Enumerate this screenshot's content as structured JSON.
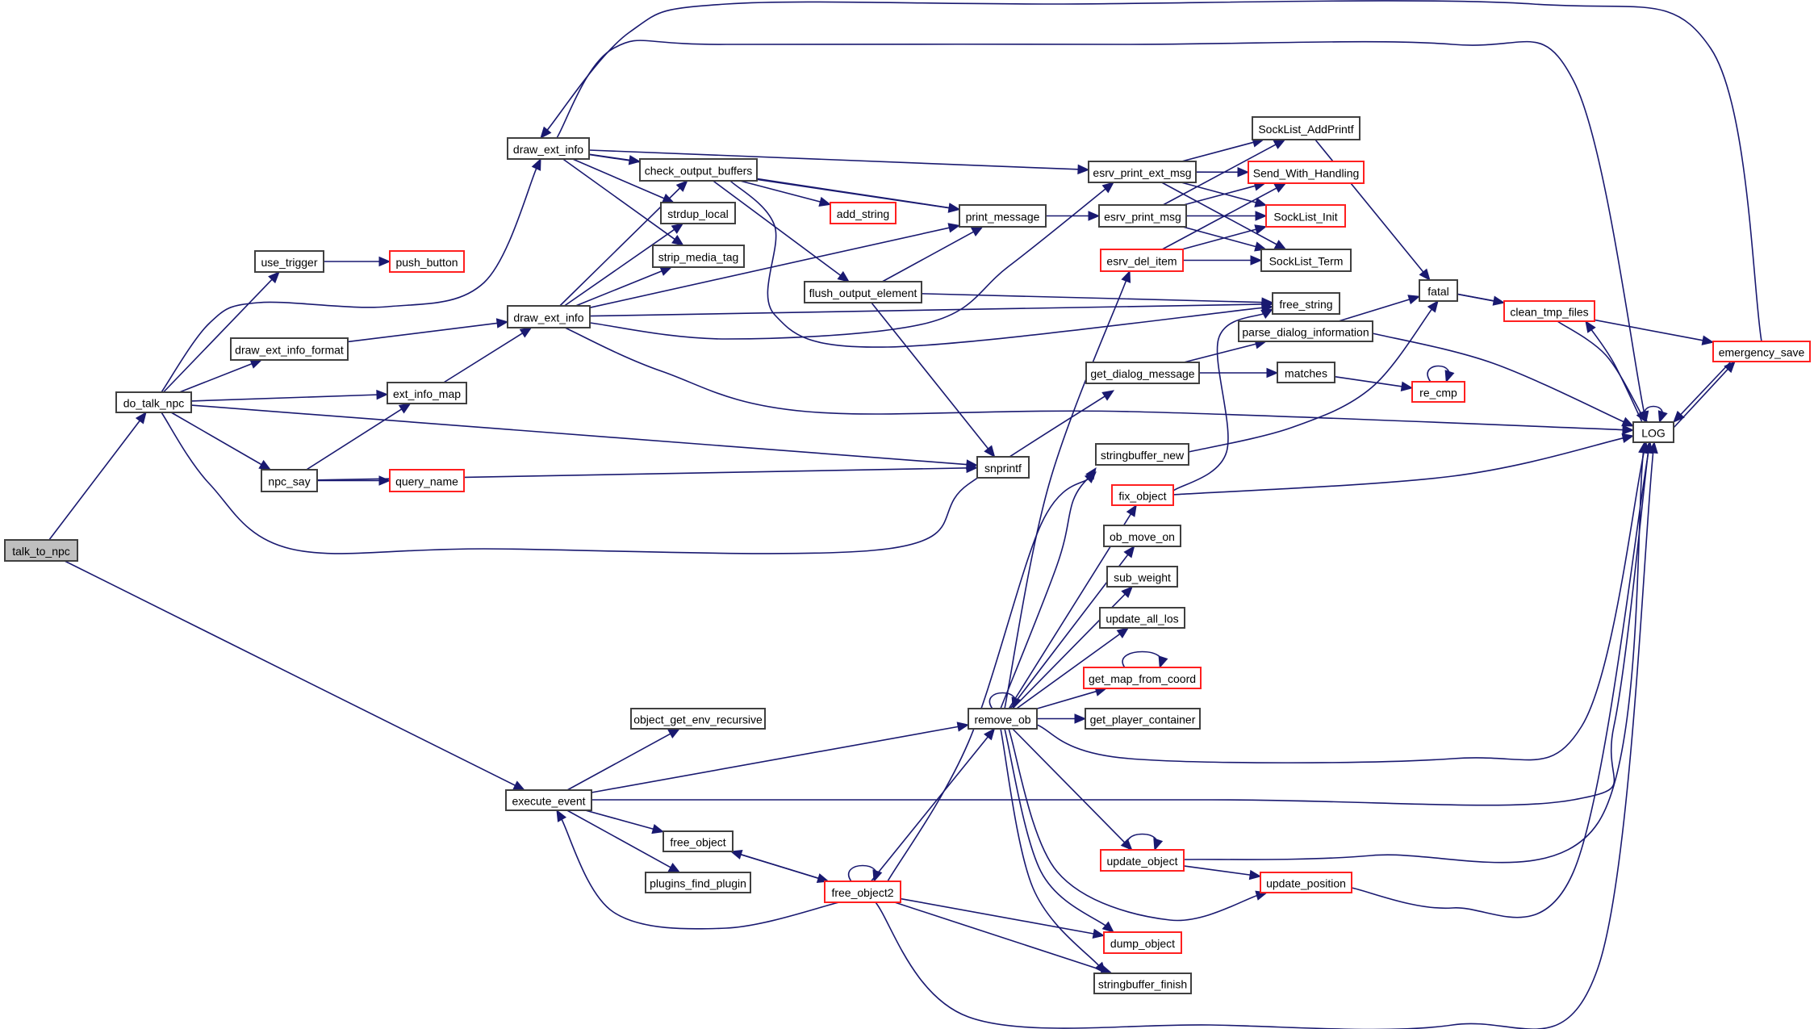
{
  "title": "talk_to_npc call graph",
  "colors": {
    "edge": "#191970",
    "node_border": "#404040",
    "external_border": "#ff2020",
    "root_fill": "#bfbfbf"
  },
  "nodes": [
    {
      "id": "talk_to_npc",
      "label": "talk_to_npc",
      "kind": "root"
    },
    {
      "id": "do_talk_npc",
      "label": "do_talk_npc",
      "kind": "normal"
    },
    {
      "id": "use_trigger",
      "label": "use_trigger",
      "kind": "normal"
    },
    {
      "id": "push_button",
      "label": "push_button",
      "kind": "external"
    },
    {
      "id": "draw_ext_info_format",
      "label": "draw_ext_info_format",
      "kind": "normal"
    },
    {
      "id": "draw_ext_info_a",
      "label": "draw_ext_info",
      "kind": "normal"
    },
    {
      "id": "draw_ext_info_b",
      "label": "draw_ext_info",
      "kind": "normal"
    },
    {
      "id": "ext_info_map",
      "label": "ext_info_map",
      "kind": "normal"
    },
    {
      "id": "npc_say",
      "label": "npc_say",
      "kind": "normal"
    },
    {
      "id": "query_name",
      "label": "query_name",
      "kind": "external"
    },
    {
      "id": "check_output_buffers",
      "label": "check_output_buffers",
      "kind": "normal"
    },
    {
      "id": "strdup_local",
      "label": "strdup_local",
      "kind": "normal"
    },
    {
      "id": "strip_media_tag",
      "label": "strip_media_tag",
      "kind": "normal"
    },
    {
      "id": "add_string",
      "label": "add_string",
      "kind": "external"
    },
    {
      "id": "flush_output_element",
      "label": "flush_output_element",
      "kind": "normal"
    },
    {
      "id": "print_message",
      "label": "print_message",
      "kind": "normal"
    },
    {
      "id": "snprintf",
      "label": "snprintf",
      "kind": "normal"
    },
    {
      "id": "esrv_print_ext_msg",
      "label": "esrv_print_ext_msg",
      "kind": "normal"
    },
    {
      "id": "esrv_print_msg",
      "label": "esrv_print_msg",
      "kind": "normal"
    },
    {
      "id": "esrv_del_item",
      "label": "esrv_del_item",
      "kind": "external"
    },
    {
      "id": "SockList_AddPrintf",
      "label": "SockList_AddPrintf",
      "kind": "normal"
    },
    {
      "id": "Send_With_Handling",
      "label": "Send_With_Handling",
      "kind": "external"
    },
    {
      "id": "SockList_Init",
      "label": "SockList_Init",
      "kind": "external"
    },
    {
      "id": "SockList_Term",
      "label": "SockList_Term",
      "kind": "normal"
    },
    {
      "id": "free_string",
      "label": "free_string",
      "kind": "normal"
    },
    {
      "id": "get_dialog_message",
      "label": "get_dialog_message",
      "kind": "normal"
    },
    {
      "id": "parse_dialog_information",
      "label": "parse_dialog_information",
      "kind": "normal"
    },
    {
      "id": "matches",
      "label": "matches",
      "kind": "normal"
    },
    {
      "id": "re_cmp",
      "label": "re_cmp",
      "kind": "external"
    },
    {
      "id": "fatal",
      "label": "fatal",
      "kind": "normal"
    },
    {
      "id": "clean_tmp_files",
      "label": "clean_tmp_files",
      "kind": "external"
    },
    {
      "id": "emergency_save",
      "label": "emergency_save",
      "kind": "external"
    },
    {
      "id": "LOG",
      "label": "LOG",
      "kind": "normal"
    },
    {
      "id": "stringbuffer_new",
      "label": "stringbuffer_new",
      "kind": "normal"
    },
    {
      "id": "fix_object",
      "label": "fix_object",
      "kind": "external"
    },
    {
      "id": "ob_move_on",
      "label": "ob_move_on",
      "kind": "normal"
    },
    {
      "id": "sub_weight",
      "label": "sub_weight",
      "kind": "normal"
    },
    {
      "id": "update_all_los",
      "label": "update_all_los",
      "kind": "normal"
    },
    {
      "id": "get_map_from_coord",
      "label": "get_map_from_coord",
      "kind": "external"
    },
    {
      "id": "get_player_container",
      "label": "get_player_container",
      "kind": "normal"
    },
    {
      "id": "remove_ob",
      "label": "remove_ob",
      "kind": "normal"
    },
    {
      "id": "object_get_env_recursive",
      "label": "object_get_env_recursive",
      "kind": "normal"
    },
    {
      "id": "execute_event",
      "label": "execute_event",
      "kind": "normal"
    },
    {
      "id": "free_object",
      "label": "free_object",
      "kind": "normal"
    },
    {
      "id": "plugins_find_plugin",
      "label": "plugins_find_plugin",
      "kind": "normal"
    },
    {
      "id": "free_object2",
      "label": "free_object2",
      "kind": "external"
    },
    {
      "id": "update_object",
      "label": "update_object",
      "kind": "external"
    },
    {
      "id": "update_position",
      "label": "update_position",
      "kind": "external"
    },
    {
      "id": "dump_object",
      "label": "dump_object",
      "kind": "external"
    },
    {
      "id": "stringbuffer_finish",
      "label": "stringbuffer_finish",
      "kind": "normal"
    }
  ],
  "edges": [
    [
      "talk_to_npc",
      "do_talk_npc"
    ],
    [
      "talk_to_npc",
      "execute_event"
    ],
    [
      "do_talk_npc",
      "use_trigger"
    ],
    [
      "do_talk_npc",
      "draw_ext_info_a"
    ],
    [
      "do_talk_npc",
      "draw_ext_info_format"
    ],
    [
      "do_talk_npc",
      "ext_info_map"
    ],
    [
      "do_talk_npc",
      "snprintf"
    ],
    [
      "do_talk_npc",
      "npc_say"
    ],
    [
      "do_talk_npc",
      "get_dialog_message"
    ],
    [
      "use_trigger",
      "push_button"
    ],
    [
      "draw_ext_info_format",
      "draw_ext_info_b"
    ],
    [
      "ext_info_map",
      "draw_ext_info_b"
    ],
    [
      "npc_say",
      "ext_info_map"
    ],
    [
      "npc_say",
      "query_name"
    ],
    [
      "npc_say",
      "snprintf"
    ],
    [
      "draw_ext_info_a",
      "check_output_buffers"
    ],
    [
      "draw_ext_info_a",
      "strdup_local"
    ],
    [
      "draw_ext_info_a",
      "strip_media_tag"
    ],
    [
      "draw_ext_info_a",
      "print_message"
    ],
    [
      "draw_ext_info_a",
      "esrv_print_ext_msg"
    ],
    [
      "draw_ext_info_a",
      "LOG"
    ],
    [
      "draw_ext_info_b",
      "check_output_buffers"
    ],
    [
      "draw_ext_info_b",
      "strdup_local"
    ],
    [
      "draw_ext_info_b",
      "strip_media_tag"
    ],
    [
      "draw_ext_info_b",
      "print_message"
    ],
    [
      "draw_ext_info_b",
      "esrv_print_ext_msg"
    ],
    [
      "draw_ext_info_b",
      "free_string"
    ],
    [
      "draw_ext_info_b",
      "LOG"
    ],
    [
      "check_output_buffers",
      "add_string"
    ],
    [
      "check_output_buffers",
      "print_message"
    ],
    [
      "check_output_buffers",
      "flush_output_element"
    ],
    [
      "check_output_buffers",
      "free_string"
    ],
    [
      "flush_output_element",
      "print_message"
    ],
    [
      "flush_output_element",
      "free_string"
    ],
    [
      "flush_output_element",
      "snprintf"
    ],
    [
      "print_message",
      "esrv_print_msg"
    ],
    [
      "esrv_print_ext_msg",
      "SockList_AddPrintf"
    ],
    [
      "esrv_print_ext_msg",
      "Send_With_Handling"
    ],
    [
      "esrv_print_ext_msg",
      "SockList_Init"
    ],
    [
      "esrv_print_ext_msg",
      "SockList_Term"
    ],
    [
      "esrv_print_msg",
      "SockList_AddPrintf"
    ],
    [
      "esrv_print_msg",
      "Send_With_Handling"
    ],
    [
      "esrv_print_msg",
      "SockList_Init"
    ],
    [
      "esrv_print_msg",
      "SockList_Term"
    ],
    [
      "esrv_del_item",
      "Send_With_Handling"
    ],
    [
      "esrv_del_item",
      "SockList_Init"
    ],
    [
      "esrv_del_item",
      "SockList_Term"
    ],
    [
      "SockList_AddPrintf",
      "fatal"
    ],
    [
      "get_dialog_message",
      "parse_dialog_information"
    ],
    [
      "get_dialog_message",
      "matches"
    ],
    [
      "parse_dialog_information",
      "fatal"
    ],
    [
      "parse_dialog_information",
      "LOG"
    ],
    [
      "matches",
      "re_cmp"
    ],
    [
      "re_cmp",
      "re_cmp"
    ],
    [
      "fatal",
      "clean_tmp_files"
    ],
    [
      "fatal",
      "emergency_save"
    ],
    [
      "clean_tmp_files",
      "LOG"
    ],
    [
      "LOG",
      "clean_tmp_files"
    ],
    [
      "LOG",
      "LOG"
    ],
    [
      "LOG",
      "emergency_save"
    ],
    [
      "emergency_save",
      "LOG"
    ],
    [
      "emergency_save",
      "draw_ext_info_a"
    ],
    [
      "stringbuffer_new",
      "fatal"
    ],
    [
      "fix_object",
      "free_string"
    ],
    [
      "fix_object",
      "LOG"
    ],
    [
      "remove_ob",
      "remove_ob"
    ],
    [
      "remove_ob",
      "esrv_del_item"
    ],
    [
      "remove_ob",
      "stringbuffer_new"
    ],
    [
      "remove_ob",
      "fix_object"
    ],
    [
      "remove_ob",
      "ob_move_on"
    ],
    [
      "remove_ob",
      "sub_weight"
    ],
    [
      "remove_ob",
      "update_all_los"
    ],
    [
      "remove_ob",
      "get_map_from_coord"
    ],
    [
      "remove_ob",
      "get_player_container"
    ],
    [
      "remove_ob",
      "LOG"
    ],
    [
      "remove_ob",
      "update_object"
    ],
    [
      "remove_ob",
      "update_position"
    ],
    [
      "remove_ob",
      "dump_object"
    ],
    [
      "remove_ob",
      "stringbuffer_finish"
    ],
    [
      "get_map_from_coord",
      "get_map_from_coord"
    ],
    [
      "execute_event",
      "object_get_env_recursive"
    ],
    [
      "execute_event",
      "remove_ob"
    ],
    [
      "execute_event",
      "LOG"
    ],
    [
      "execute_event",
      "free_object"
    ],
    [
      "execute_event",
      "plugins_find_plugin"
    ],
    [
      "free_object",
      "free_object2"
    ],
    [
      "free_object2",
      "free_object"
    ],
    [
      "free_object2",
      "free_object2"
    ],
    [
      "free_object2",
      "remove_ob"
    ],
    [
      "free_object2",
      "stringbuffer_new"
    ],
    [
      "free_object2",
      "execute_event"
    ],
    [
      "free_object2",
      "dump_object"
    ],
    [
      "free_object2",
      "stringbuffer_finish"
    ],
    [
      "free_object2",
      "LOG"
    ],
    [
      "update_object",
      "update_object"
    ],
    [
      "update_object",
      "update_position"
    ],
    [
      "update_object",
      "LOG"
    ],
    [
      "update_position",
      "LOG"
    ]
  ]
}
